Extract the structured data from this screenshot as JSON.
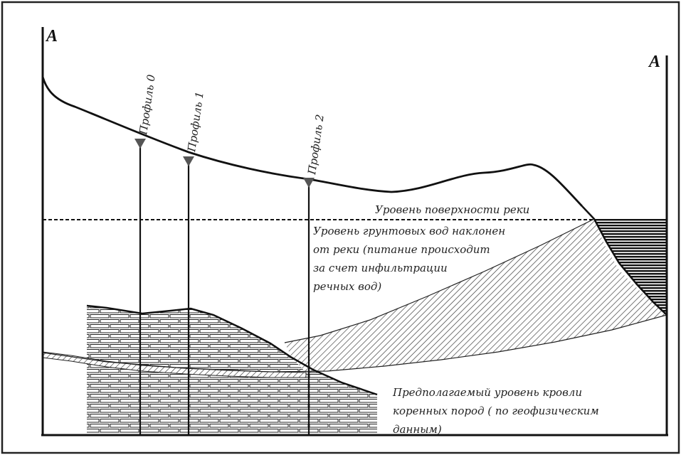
{
  "section": {
    "left_label": "A",
    "right_label": "A"
  },
  "profiles": [
    {
      "label": "Профиль 0"
    },
    {
      "label": "Профиль 1"
    },
    {
      "label": "Профиль 2"
    }
  ],
  "annotations": {
    "river_level": "Уровень поверхности реки",
    "groundwater": [
      "Уровень грунтовых вод наклонен",
      " от реки (питание происходит",
      " за счет инфильтрации",
      "речных вод)"
    ],
    "bedrock": [
      "Предполагаемый уровень кровли",
      " коренных  пород ( по геофизическим",
      "данным)"
    ]
  },
  "colors": {
    "line": "#1a1a1a",
    "marker": "#555555",
    "frame": "#222222"
  }
}
